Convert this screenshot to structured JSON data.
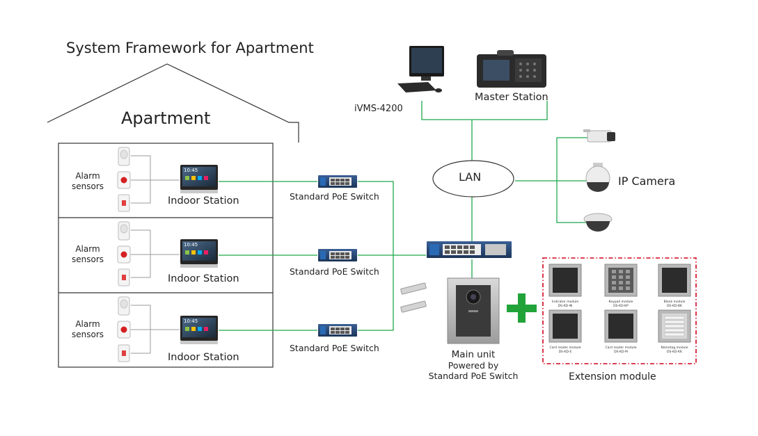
{
  "title": "System Framework for Apartment",
  "apartment_label": "Apartment",
  "floors": [
    {
      "alarm_label": "Alarm\nsensors",
      "indoor_label": "Indoor Station",
      "switch_label": "Standard PoE Switch",
      "screen_time": "10:45"
    },
    {
      "alarm_label": "Alarm\nsensors",
      "indoor_label": "Indoor Station",
      "switch_label": "Standard PoE Switch",
      "screen_time": "10:45"
    },
    {
      "alarm_label": "Alarm\nsensors",
      "indoor_label": "Indoor Station",
      "switch_label": "Standard PoE Switch",
      "screen_time": "10:45"
    }
  ],
  "ivms_label": "iVMS-4200",
  "master_label": "Master Station",
  "lan_label": "LAN",
  "ip_camera_label": "IP Camera",
  "main_unit": {
    "line1": "Main unit",
    "line2": "Powered by",
    "line3": "Standard PoE Switch"
  },
  "extension_label": "Extension module",
  "modules": [
    {
      "name": "Indicator module",
      "code": "DS-KD-IN"
    },
    {
      "name": "Keypad module",
      "code": "DS-KD-KP"
    },
    {
      "name": "Blank module",
      "code": "DS-KD-BK"
    },
    {
      "name": "Card reader module",
      "code": "DS-KD-E"
    },
    {
      "name": "Card reader module",
      "code": "DS-KD-M"
    },
    {
      "name": "Nametag module",
      "code": "DS-KD-KK"
    }
  ],
  "colors": {
    "line": "#1fa84a",
    "plus": "#22a33a",
    "dash_border": "#d0021b",
    "switch_brand": "#1f4f8f"
  },
  "icons": [
    "house-roof",
    "alarm-sensor-icon",
    "panic-button-icon",
    "door-contact-icon",
    "monitor-icon",
    "computer-icon",
    "master-station-icon",
    "poe-switch-icon",
    "box-camera-icon",
    "speed-dome-icon",
    "dome-camera-icon",
    "magnetic-lock-icon",
    "door-station-icon",
    "plus-icon"
  ]
}
